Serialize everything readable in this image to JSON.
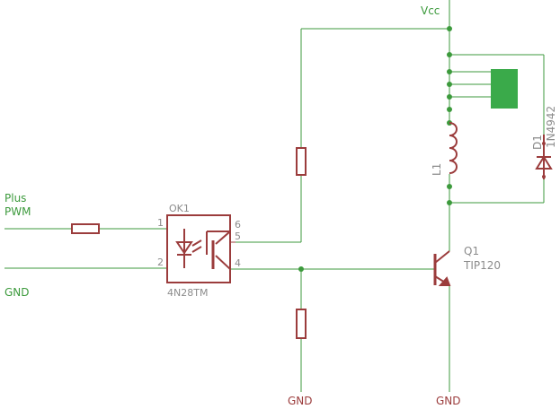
{
  "colors": {
    "wire": "#3c9a3c",
    "part": "#9b3c3c",
    "label_part": "#8c8c8c",
    "label_net": "#3c9a3c",
    "label_gnd": "#9b3c3c",
    "relay_block": "#3aaa4a"
  },
  "net_labels": {
    "vcc": "Vcc",
    "input_plus": "Plus",
    "input_pwm": "PWM",
    "input_gnd": "GND",
    "gnd_resistor": "GND",
    "gnd_transistor": "GND"
  },
  "optocoupler": {
    "ref": "OK1",
    "value": "4N28TM",
    "pins": {
      "p1": "1",
      "p2": "2",
      "p4": "4",
      "p5": "5",
      "p6": "6"
    }
  },
  "transistor": {
    "ref": "Q1",
    "value": "TIP120"
  },
  "inductor": {
    "ref": "L1"
  },
  "diode": {
    "ref": "D1",
    "value": "1N4942"
  },
  "icons": {
    "relay": "relay-block-icon",
    "resistor": "resistor-icon",
    "led": "led-icon",
    "phototransistor": "phototransistor-icon",
    "npn": "npn-transistor-icon",
    "coil": "inductor-icon",
    "diode": "diode-icon"
  }
}
